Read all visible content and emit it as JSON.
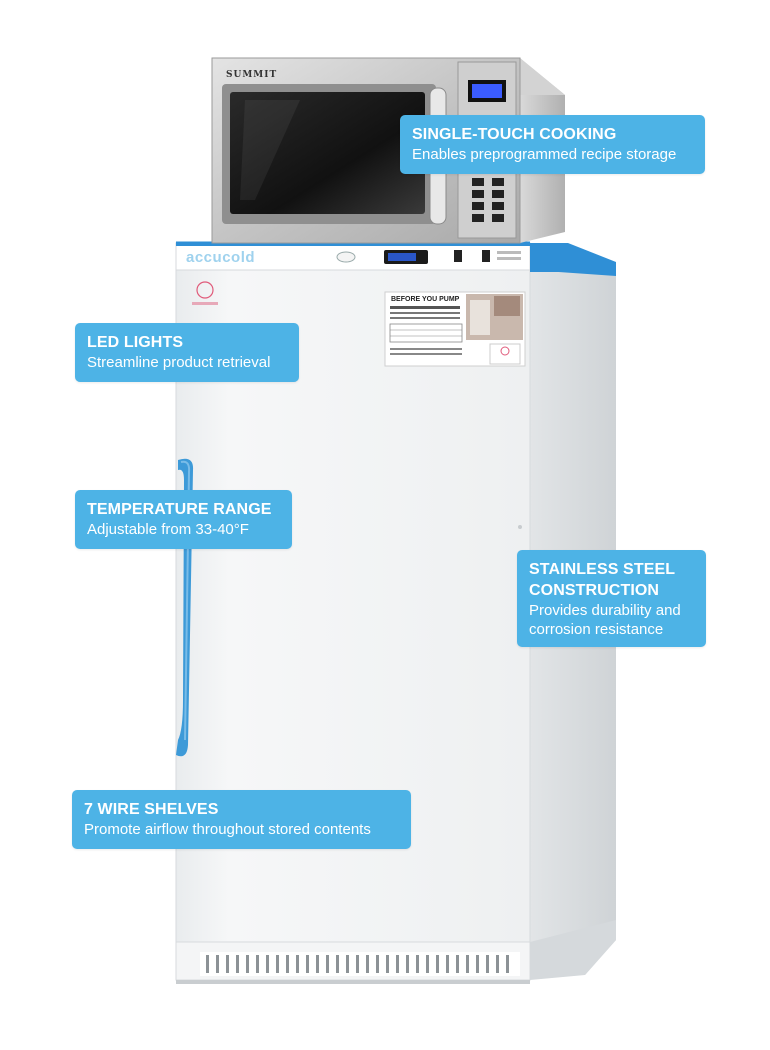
{
  "product": {
    "microwave_brand": "SUMMIT",
    "fridge_brand": "accucold",
    "door_label_heading": "BEFORE YOU PUMP",
    "colors": {
      "callout_bg": "#4db3e6",
      "fridge_body": "#f1f3f4",
      "accent_blue": "#2f8fd6",
      "steel": "#c9c9c9"
    }
  },
  "callouts": [
    {
      "title": "SINGLE-TOUCH COOKING",
      "desc_lines": [
        "Enables preprogrammed recipe storage"
      ]
    },
    {
      "title": "LED LIGHTS",
      "desc_lines": [
        "Streamline product retrieval"
      ]
    },
    {
      "title": "TEMPERATURE RANGE",
      "desc_lines": [
        "Adjustable from 33-40°F"
      ]
    },
    {
      "title_lines": [
        "STAINLESS STEEL",
        "CONSTRUCTION"
      ],
      "desc_lines": [
        "Provides durability and",
        "corrosion resistance"
      ]
    },
    {
      "title": "7 WIRE SHELVES",
      "desc_lines": [
        "Promote airflow throughout stored contents"
      ]
    }
  ]
}
